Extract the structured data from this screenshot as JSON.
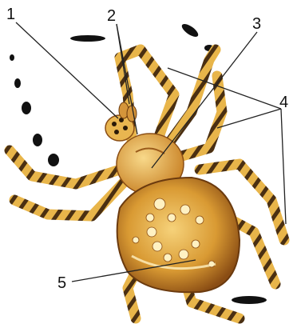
{
  "labels": {
    "l1": "1",
    "l2": "2",
    "l3": "3",
    "l4": "4",
    "l5": "5"
  },
  "colors": {
    "background": "#ffffff",
    "leader_line": "#222222",
    "leg_light": "#e8b54a",
    "leg_dark": "#4a2f12",
    "body_light": "#f1c45d",
    "body_mid": "#d99a33",
    "body_dark": "#8a4d14",
    "spots": "#fff1c2",
    "silk": "#111111"
  }
}
